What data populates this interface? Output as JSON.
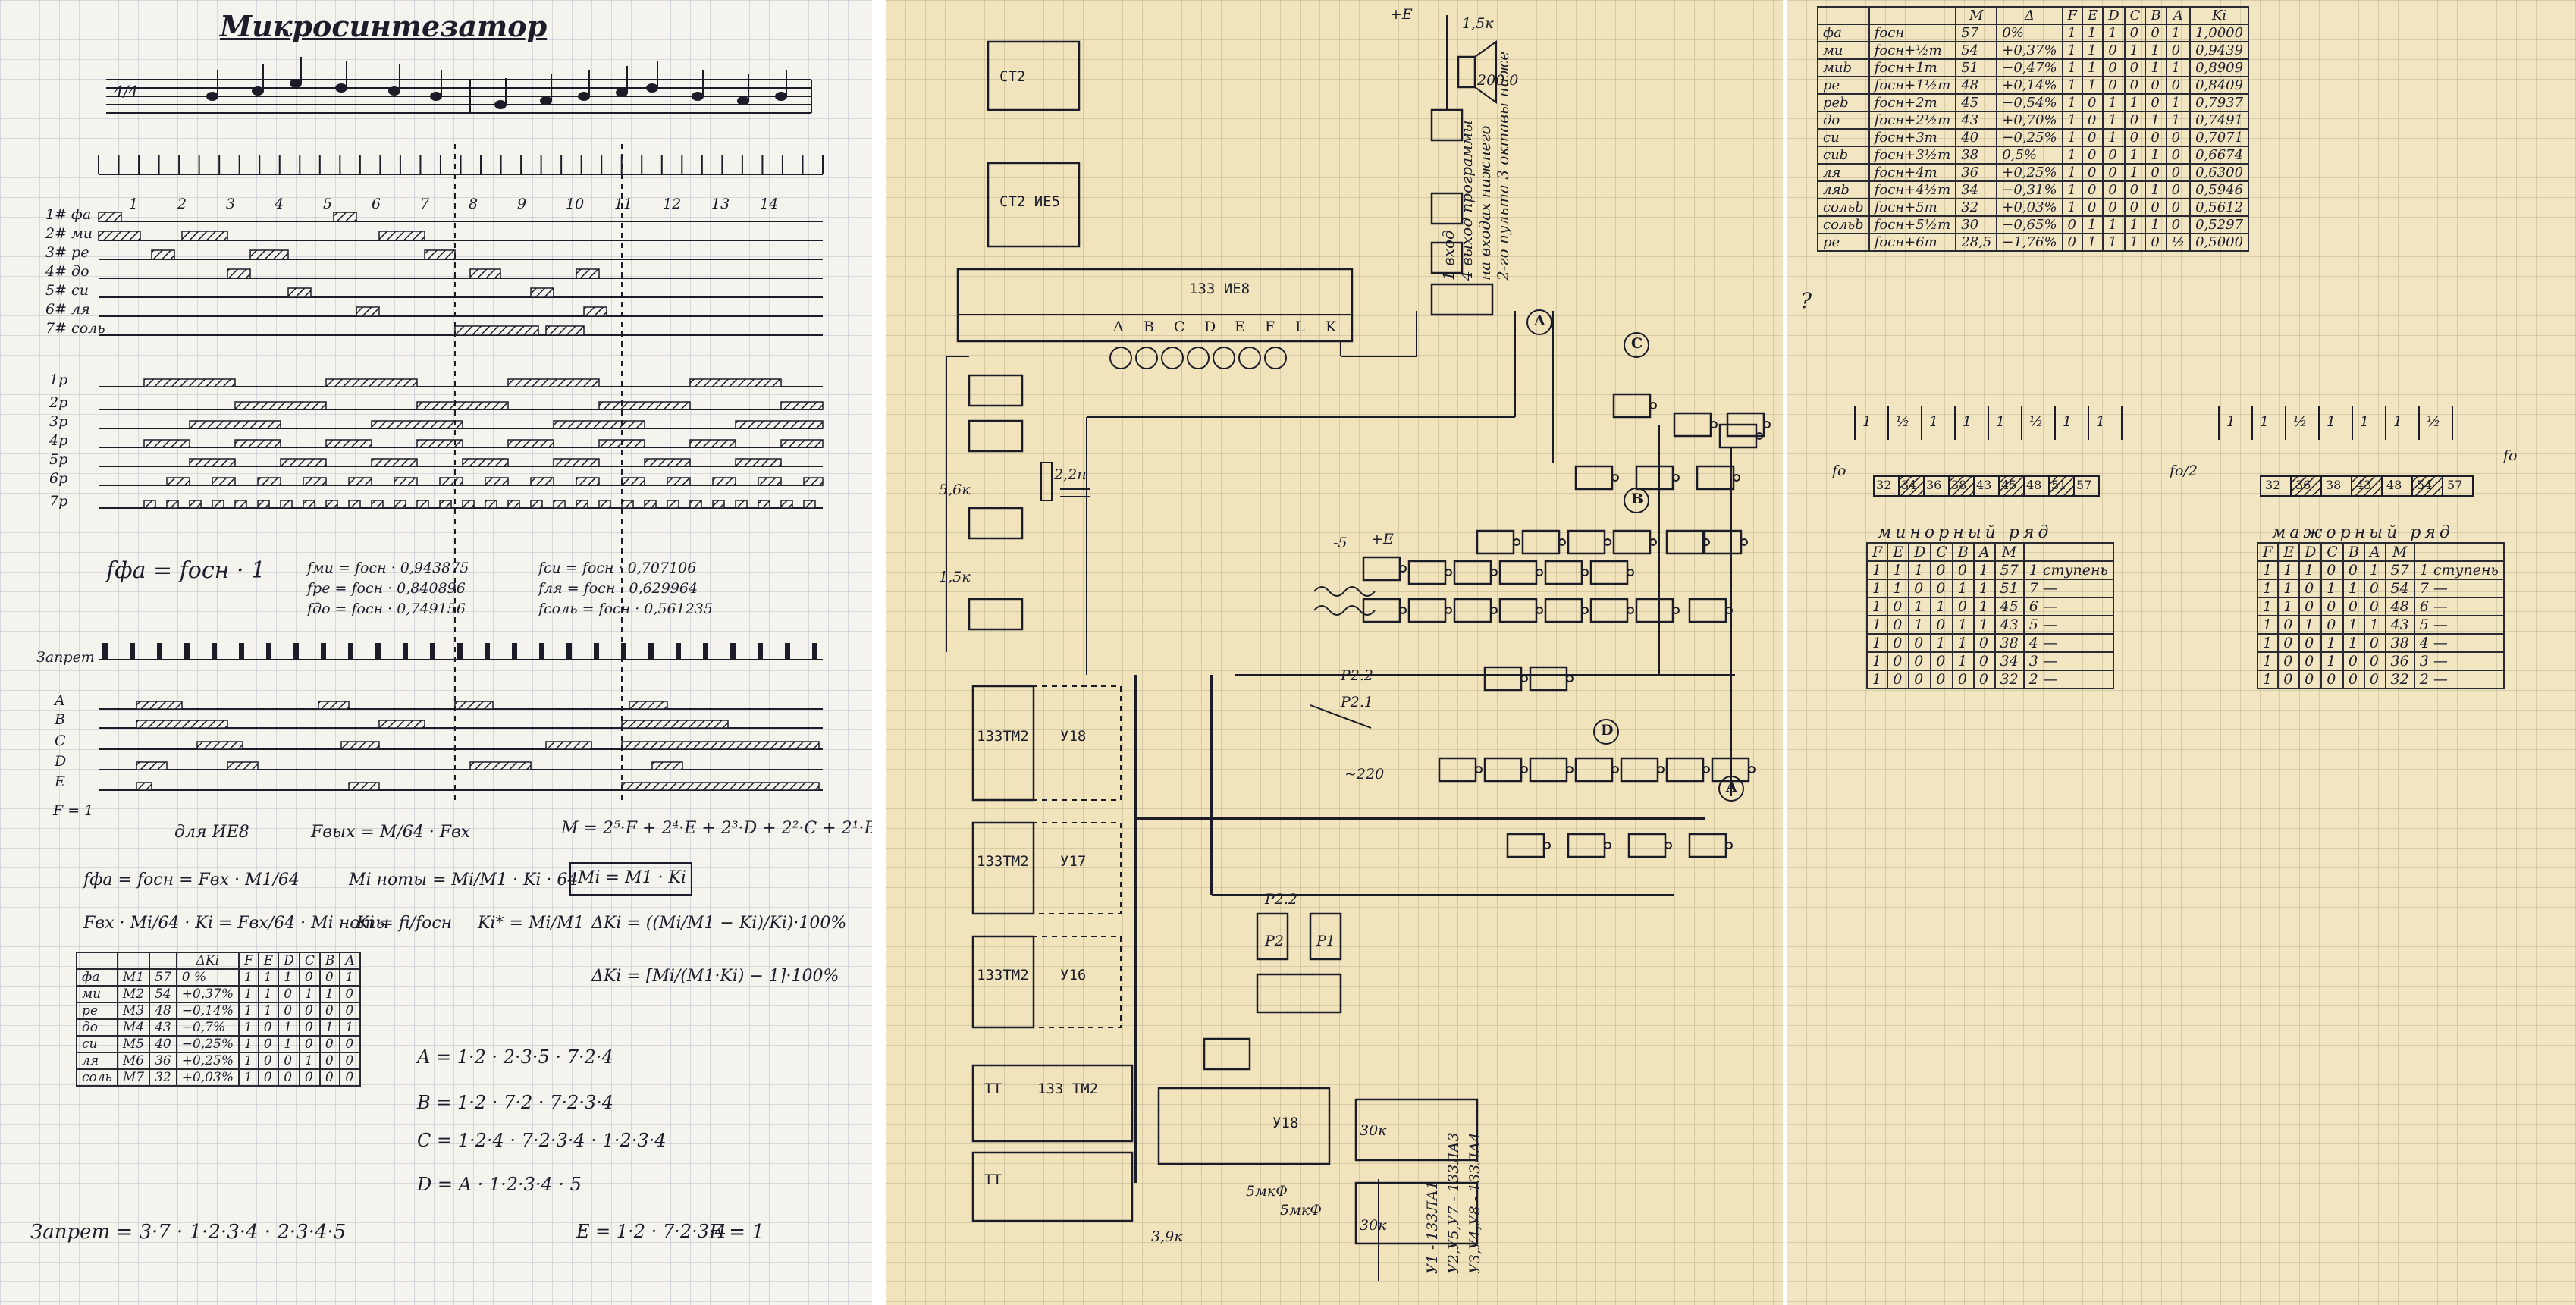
{
  "page1": {
    "title": "Микросинтезатор",
    "time_signature": "4/4",
    "step_numbers": [
      "1",
      "2",
      "3",
      "4",
      "5",
      "6",
      "7",
      "8",
      "9",
      "10",
      "11",
      "12",
      "13",
      "14"
    ],
    "note_rows": [
      "1# фа",
      "2# ми",
      "3# ре",
      "4# до",
      "5# си",
      "6# ля",
      "7# соль"
    ],
    "phase_rows": [
      "1р",
      "2р",
      "3р",
      "4р",
      "5р",
      "6р",
      "7р"
    ],
    "label_zapret": "Запрет",
    "signal_rows": [
      "A",
      "B",
      "C",
      "D",
      "E"
    ],
    "label_f1": "F = 1",
    "formulas": {
      "main": "fфа = fосн · 1",
      "col1": [
        "fми = fосн · 0,943875",
        "fре = fосн · 0,840896",
        "fдо = fосн · 0,749156"
      ],
      "col2": [
        "fси = fосн · 0,707106",
        "fля = fосн · 0,629964",
        "fсоль = fосн · 0,561235"
      ],
      "ie8": "для ИЕ8",
      "fvyx": "Fвых = M/64 · Fвх",
      "m_expr": "M = 2⁵·F + 2⁴·E + 2³·D + 2²·C + 2¹·B + 2⁰·A",
      "fvx": "fфа = fосн = Fвх · M1/64",
      "mnoty": "Mi ноты = Mi/M1 · Ki · 64",
      "mi_box": "Mi = M1 · Ki",
      "fvx2": "Fвх · Mi/64 · Ki = Fвх/64 · Mi ноты",
      "ki": "Ki = fi/fосн",
      "ki_star": "Ki* = Mi/M1",
      "delta": "ΔKi = ((Mi/M1 − Ki)/Ki)·100%",
      "delta2": "ΔKi = [Mi/(M1·Ki) − 1]·100%"
    },
    "table": {
      "headers": [
        "",
        "",
        "",
        "ΔKi",
        "F",
        "E",
        "D",
        "C",
        "B",
        "A"
      ],
      "rows": [
        [
          "фа",
          "M1",
          "57",
          "0 %",
          "1",
          "1",
          "1",
          "0",
          "0",
          "1"
        ],
        [
          "ми",
          "M2",
          "54",
          "+0,37%",
          "1",
          "1",
          "0",
          "1",
          "1",
          "0"
        ],
        [
          "ре",
          "M3",
          "48",
          "−0,14%",
          "1",
          "1",
          "0",
          "0",
          "0",
          "0"
        ],
        [
          "до",
          "M4",
          "43",
          "−0,7%",
          "1",
          "0",
          "1",
          "0",
          "1",
          "1"
        ],
        [
          "си",
          "M5",
          "40",
          "−0,25%",
          "1",
          "0",
          "1",
          "0",
          "0",
          "0"
        ],
        [
          "ля",
          "M6",
          "36",
          "+0,25%",
          "1",
          "0",
          "0",
          "1",
          "0",
          "0"
        ],
        [
          "соль",
          "M7",
          "32",
          "+0,03%",
          "1",
          "0",
          "0",
          "0",
          "0",
          "0"
        ]
      ]
    },
    "logic": [
      "A = 1·2 · 2·3·5 · 7·2·4",
      "B = 1·2 · 7·2 · 7·2·3·4",
      "C = 1·2·4 · 7·2·3·4 · 1·2·3·4",
      "D = A · 1·2·3·4 · 5",
      "E = 1·2 · 7·2·3·4"
    ],
    "zapret_formula": "Запрет = 3·7 · 1·2·3·4 · 2·3·4·5",
    "f1_bottom": "F = 1"
  },
  "page2": {
    "supply": "+E",
    "res_15k": "1,5к",
    "cap_200": "200,0",
    "chips": {
      "ct2_top": "СТ2",
      "ct2_ie5": "СТ2 ИЕ5",
      "ie8_chip": "133 ИЕ8",
      "tm2_1": "133ТМ2",
      "tm2_2": "133ТМ2",
      "tm2_3": "133ТМ2",
      "tm2_4": "133 ТМ2",
      "u18a": "У18",
      "u17": "У17",
      "u16": "У16",
      "u18b": "У18",
      "tt1": "ТТ",
      "tt2": "ТТ"
    },
    "ie8_pins": [
      "A",
      "B",
      "C",
      "D",
      "E",
      "F",
      "L",
      "K"
    ],
    "res_labels": [
      "5,6к",
      "2,2н",
      "1,5к",
      "3,9к",
      "30к",
      "30к"
    ],
    "relay": [
      "-5",
      "+E",
      "Р2.2",
      "Р2.1",
      "~220"
    ],
    "relay2": [
      "Р2.2",
      "Р2",
      "Р1"
    ],
    "cap_labels": [
      "5мкФ",
      "5мкФ"
    ],
    "circle_labels": [
      "A",
      "C",
      "B",
      "D",
      "A"
    ],
    "annotation_vertical": [
      "1 вход",
      "4 выход программы",
      "на входах нижнего",
      "2-го пульта 3 октавы ниже"
    ],
    "legend": [
      "У1 - 133ЛА1",
      "У2,У5,У7 - 133ЛА3",
      "У3,У4,У8 - 133ЛА4"
    ]
  },
  "page3": {
    "top_table": {
      "headers": [
        "",
        "",
        "M",
        "Δ",
        "F",
        "E",
        "D",
        "C",
        "B",
        "A",
        "Ki"
      ],
      "rows": [
        [
          "фа",
          "fосн",
          "57",
          "0%",
          "1",
          "1",
          "1",
          "0",
          "0",
          "1",
          "1,0000"
        ],
        [
          "ми",
          "fосн+½т",
          "54",
          "+0,37%",
          "1",
          "1",
          "0",
          "1",
          "1",
          "0",
          "0,9439"
        ],
        [
          "миb",
          "fосн+1т",
          "51",
          "−0,47%",
          "1",
          "1",
          "0",
          "0",
          "1",
          "1",
          "0,8909"
        ],
        [
          "ре",
          "fосн+1½т",
          "48",
          "+0,14%",
          "1",
          "1",
          "0",
          "0",
          "0",
          "0",
          "0,8409"
        ],
        [
          "реb",
          "fосн+2т",
          "45",
          "−0,54%",
          "1",
          "0",
          "1",
          "1",
          "0",
          "1",
          "0,7937"
        ],
        [
          "до",
          "fосн+2½т",
          "43",
          "+0,70%",
          "1",
          "0",
          "1",
          "0",
          "1",
          "1",
          "0,7491"
        ],
        [
          "си",
          "fосн+3т",
          "40",
          "−0,25%",
          "1",
          "0",
          "1",
          "0",
          "0",
          "0",
          "0,7071"
        ],
        [
          "сиb",
          "fосн+3½т",
          "38",
          "0,5%",
          "1",
          "0",
          "0",
          "1",
          "1",
          "0",
          "0,6674"
        ],
        [
          "ля",
          "fосн+4т",
          "36",
          "+0,25%",
          "1",
          "0",
          "0",
          "1",
          "0",
          "0",
          "0,6300"
        ],
        [
          "ляb",
          "fосн+4½т",
          "34",
          "−0,31%",
          "1",
          "0",
          "0",
          "0",
          "1",
          "0",
          "0,5946"
        ],
        [
          "сольb",
          "fосн+5т",
          "32",
          "+0,03%",
          "1",
          "0",
          "0",
          "0",
          "0",
          "0",
          "0,5612"
        ],
        [
          "сольb",
          "fосн+5½т",
          "30",
          "−0,65%",
          "0",
          "1",
          "1",
          "1",
          "1",
          "0",
          "0,5297"
        ],
        [
          "ре",
          "fосн+6т",
          "28,5",
          "−1,76%",
          "0",
          "1",
          "1",
          "1",
          "0",
          "½",
          "0,5000"
        ]
      ]
    },
    "question_mark": "?",
    "scale_left": [
      "1",
      "½",
      "1",
      "1",
      "1",
      "½",
      "1",
      "1"
    ],
    "scale_right": [
      "1",
      "1",
      "½",
      "1",
      "1",
      "1",
      "½"
    ],
    "fo_left": "fо",
    "fo_mid": "fо/2",
    "fo_right": "fо",
    "bar_left": [
      "32",
      "34",
      "36",
      "38",
      "43",
      "45",
      "48",
      "51",
      "57"
    ],
    "bar_right": [
      "32",
      "36",
      "38",
      "43",
      "48",
      "54",
      "57"
    ],
    "minor": {
      "title": "минорный ряд",
      "headers": [
        "F",
        "E",
        "D",
        "C",
        "B",
        "A",
        "M",
        ""
      ],
      "rows": [
        [
          "1",
          "1",
          "1",
          "0",
          "0",
          "1",
          "57",
          "1 ступень"
        ],
        [
          "1",
          "1",
          "0",
          "0",
          "1",
          "1",
          "51",
          "7 —"
        ],
        [
          "1",
          "0",
          "1",
          "1",
          "0",
          "1",
          "45",
          "6 —"
        ],
        [
          "1",
          "0",
          "1",
          "0",
          "1",
          "1",
          "43",
          "5 —"
        ],
        [
          "1",
          "0",
          "0",
          "1",
          "1",
          "0",
          "38",
          "4 —"
        ],
        [
          "1",
          "0",
          "0",
          "0",
          "1",
          "0",
          "34",
          "3 —"
        ],
        [
          "1",
          "0",
          "0",
          "0",
          "0",
          "0",
          "32",
          "2 —"
        ]
      ]
    },
    "major": {
      "title": "мажорный ряд",
      "headers": [
        "F",
        "E",
        "D",
        "C",
        "B",
        "A",
        "M",
        ""
      ],
      "rows": [
        [
          "1",
          "1",
          "1",
          "0",
          "0",
          "1",
          "57",
          "1 ступень"
        ],
        [
          "1",
          "1",
          "0",
          "1",
          "1",
          "0",
          "54",
          "7 —"
        ],
        [
          "1",
          "1",
          "0",
          "0",
          "0",
          "0",
          "48",
          "6 —"
        ],
        [
          "1",
          "0",
          "1",
          "0",
          "1",
          "1",
          "43",
          "5 —"
        ],
        [
          "1",
          "0",
          "0",
          "1",
          "1",
          "0",
          "38",
          "4 —"
        ],
        [
          "1",
          "0",
          "0",
          "1",
          "0",
          "0",
          "36",
          "3 —"
        ],
        [
          "1",
          "0",
          "0",
          "0",
          "0",
          "0",
          "32",
          "2 —"
        ]
      ]
    }
  }
}
